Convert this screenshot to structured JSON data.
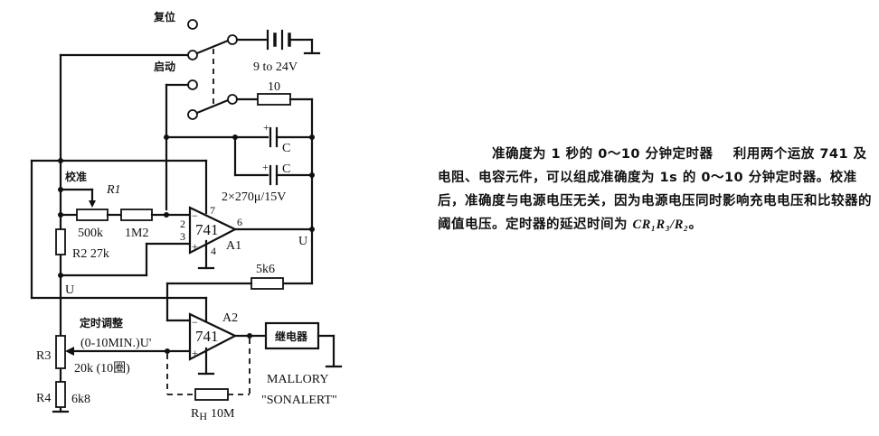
{
  "diagram": {
    "switch_labels": {
      "reset": "复位",
      "start": "启动"
    },
    "battery": {
      "label": "9 to 24V"
    },
    "resistor_series": {
      "label": "10"
    },
    "capacitors": {
      "label_c1": "C",
      "label_c2": "C",
      "rating": "2×270μ/15V",
      "plus": "+"
    },
    "calibration": {
      "label": "校准"
    },
    "r1": {
      "name": "R1",
      "pot_value": "500k",
      "fixed_value": "1M2"
    },
    "r2": {
      "label": "R2 27k"
    },
    "opamp_a1": {
      "part": "741",
      "name": "A1",
      "pin2": "2",
      "pin3": "3",
      "pin4": "4",
      "pin6": "6",
      "pin7": "7",
      "minus": "−",
      "plus": "+"
    },
    "node_u_right": "U",
    "node_u_left": "U",
    "feedback_resistor": {
      "value": "5k6"
    },
    "timer_adjust": {
      "label": "定时调整",
      "range": "(0-10MIN.)U'"
    },
    "r3": {
      "name": "R3",
      "value": "20k (10圈)"
    },
    "r4": {
      "name": "R4",
      "value": "6k8"
    },
    "opamp_a2": {
      "part": "741",
      "name": "A2",
      "minus": "−",
      "plus": "+"
    },
    "relay": {
      "label": "继电器"
    },
    "buzzer": {
      "line1": "MALLORY",
      "line2": "\"SONALERT\""
    },
    "rh": {
      "label": "R",
      "subscript": "H",
      "value": "10M"
    }
  },
  "description": {
    "title": "准确度为 1 秒的 0～10 分钟定时器",
    "body": "利用两个运放 741 及电阻、电容元件，可以组成准确度为 1s 的 0～10 分钟定时器。校准后，准确度与电源电压无关，因为电源电压同时影响充电电压和比较器的阈值电压。定时器的延迟时间为 ",
    "formula": "CR₁R₃/R₂",
    "end": "。"
  }
}
